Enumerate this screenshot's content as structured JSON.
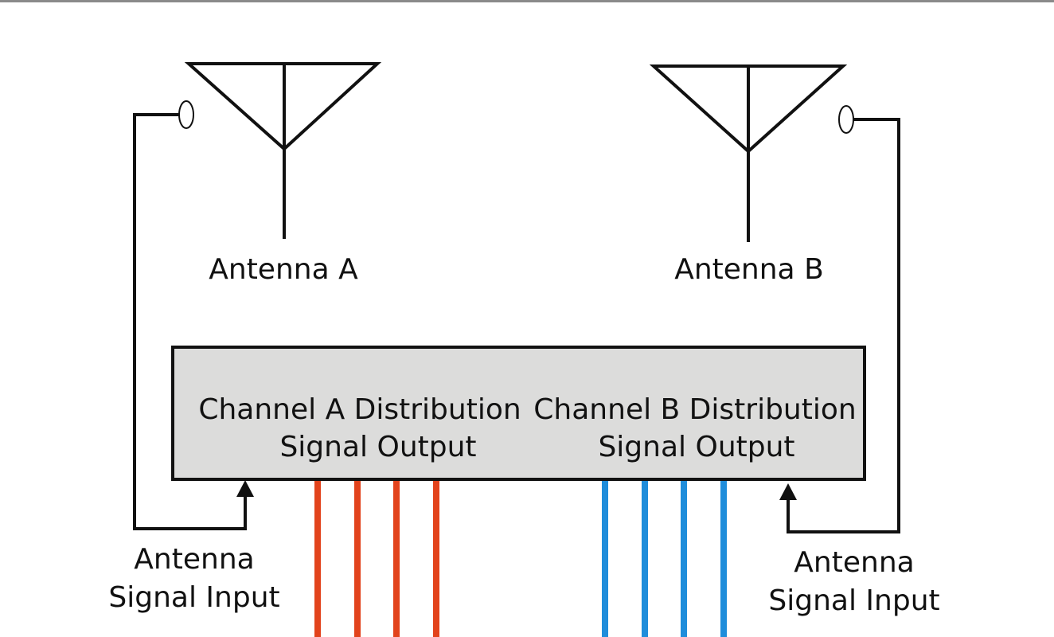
{
  "antennas": [
    {
      "label": "Antenna A"
    },
    {
      "label": "Antenna B"
    }
  ],
  "distribution_box": {
    "channel_a": {
      "line1": "Channel A Distribution",
      "line2": "Signal Output"
    },
    "channel_b": {
      "line1": "Channel B Distribution",
      "line2": "Signal Output"
    }
  },
  "inputs": {
    "left": {
      "line1": "Antenna",
      "line2": "Signal Input"
    },
    "right": {
      "line1": "Antenna",
      "line2": "Signal Input"
    }
  },
  "colors": {
    "line": "#111111",
    "box_fill": "#dcdcdb",
    "channel_a_output": "#e2431c",
    "channel_b_output": "#1f8ddb"
  }
}
